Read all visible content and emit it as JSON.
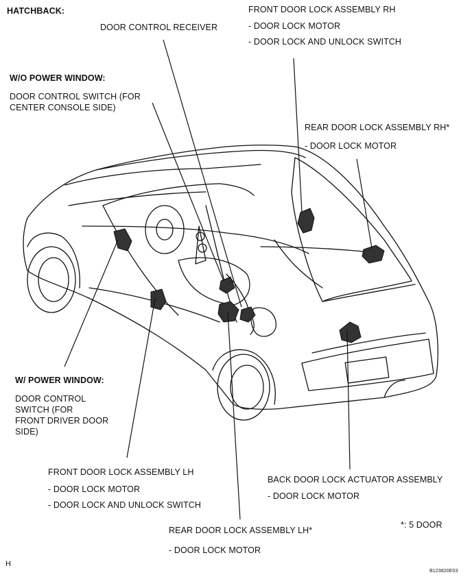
{
  "title": "HATCHBACK:",
  "labels": {
    "door_control_receiver": "DOOR CONTROL RECEIVER",
    "front_rh_title": "FRONT DOOR LOCK ASSEMBLY RH",
    "front_rh_motor": "- DOOR LOCK MOTOR",
    "front_rh_switch": "- DOOR LOCK AND UNLOCK SWITCH",
    "wo_power_window": "W/O POWER WINDOW:",
    "console_switch_1": "DOOR CONTROL SWITCH (FOR",
    "console_switch_2": "CENTER CONSOLE SIDE)",
    "rear_rh_title": "REAR DOOR LOCK ASSEMBLY RH*",
    "rear_rh_motor": "- DOOR LOCK MOTOR",
    "w_power_window": "W/ POWER WINDOW:",
    "driver_switch_1": "DOOR CONTROL",
    "driver_switch_2": "SWITCH (FOR",
    "driver_switch_3": "FRONT DRIVER DOOR",
    "driver_switch_4": "SIDE)",
    "front_lh_title": "FRONT DOOR LOCK ASSEMBLY LH",
    "front_lh_motor": "- DOOR LOCK MOTOR",
    "front_lh_switch": "- DOOR LOCK AND UNLOCK SWITCH",
    "back_door_title": "BACK DOOR LOCK ACTUATOR ASSEMBLY",
    "back_door_motor": "- DOOR LOCK MOTOR",
    "rear_lh_title": "REAR DOOR LOCK ASSEMBLY LH*",
    "rear_lh_motor": "- DOOR LOCK MOTOR",
    "footnote": "*: 5 DOOR",
    "corner_h": "H",
    "figure_code": "B123820E03"
  }
}
